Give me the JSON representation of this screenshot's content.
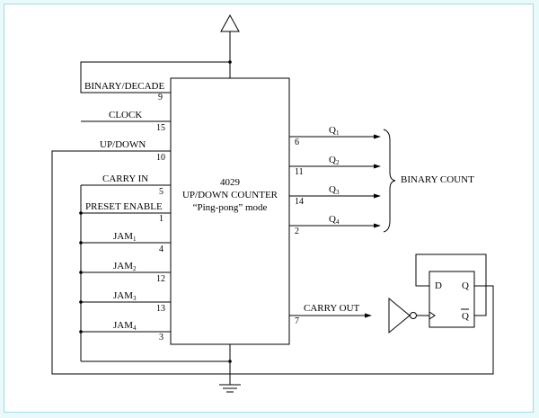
{
  "chip": {
    "number": "4029",
    "name": "UP/DOWN COUNTER",
    "mode": "“Ping-pong” mode"
  },
  "inputs": [
    {
      "label": "BINARY/DECADE",
      "pin": "9"
    },
    {
      "label": "CLOCK",
      "pin": "15"
    },
    {
      "label": "UP/DOWN",
      "pin": "10"
    },
    {
      "label": "CARRY IN",
      "pin": "5"
    },
    {
      "label": "PRESET ENABLE",
      "pin": "1"
    },
    {
      "label": "JAM",
      "sub": "1",
      "pin": "4"
    },
    {
      "label": "JAM",
      "sub": "2",
      "pin": "12"
    },
    {
      "label": "JAM",
      "sub": "3",
      "pin": "13"
    },
    {
      "label": "JAM",
      "sub": "4",
      "pin": "3"
    }
  ],
  "outputs": [
    {
      "label": "Q",
      "sub": "1",
      "pin": "6"
    },
    {
      "label": "Q",
      "sub": "2",
      "pin": "11"
    },
    {
      "label": "Q",
      "sub": "3",
      "pin": "14"
    },
    {
      "label": "Q",
      "sub": "4",
      "pin": "2"
    }
  ],
  "binary_count_label": "BINARY COUNT",
  "carry_out": {
    "label": "CARRY OUT",
    "pin": "7"
  },
  "flipflop": {
    "d": "D",
    "q": "Q",
    "qbar": "Q"
  }
}
